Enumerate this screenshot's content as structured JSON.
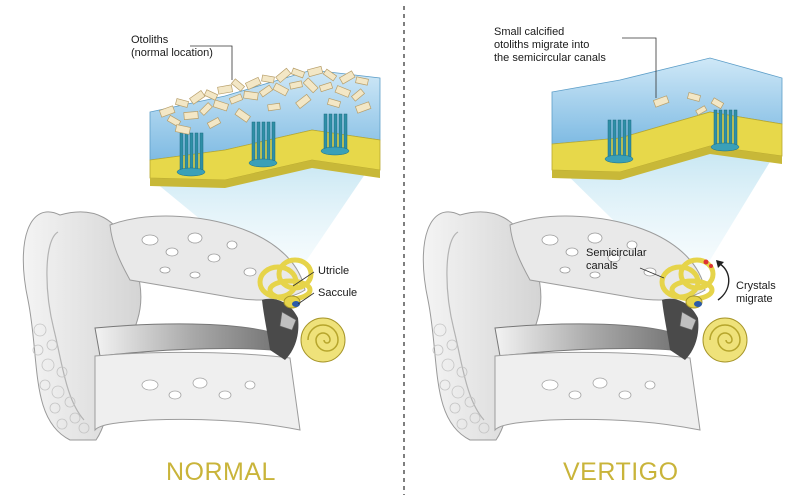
{
  "labels": {
    "left": {
      "otoliths": "Otoliths\n(normal location)",
      "utricle": "Utricle",
      "saccule": "Saccule",
      "title": "NORMAL"
    },
    "right": {
      "migration": "Small calcified\notoliths migrate into\nthe semicircular canals",
      "semicircular": "Semicircular\ncanals",
      "crystals": "Crystals\nmigrate",
      "title": "VERTIGO"
    }
  },
  "colors": {
    "title": "#c9b43a",
    "fluid": "#8fc6ea",
    "gel_layer": "#e7d84a",
    "hair_cells": "#2e8fa6",
    "otolith": "#f3e7c6",
    "bone": "#dadada",
    "inner_ear": "#e6d44a"
  }
}
